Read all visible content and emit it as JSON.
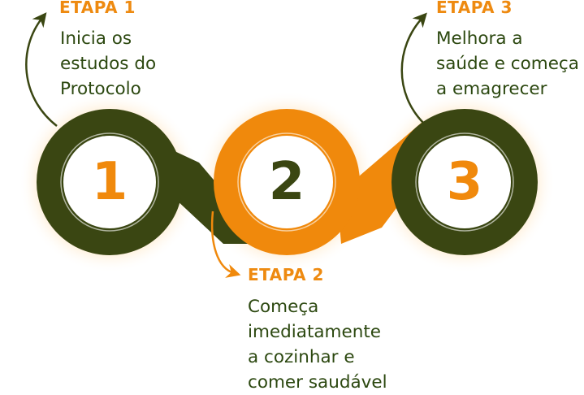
{
  "colors": {
    "dark_green": "#3a4612",
    "orange": "#f0890c",
    "title_orange": "#ee8a10",
    "text_green": "#2c4810",
    "white": "#ffffff"
  },
  "steps": [
    {
      "number": "1",
      "title": "ETAPA 1",
      "description": "Inicia os\nestudos do\nProtocolo",
      "ring_color": "dark_green",
      "number_color": "orange"
    },
    {
      "number": "2",
      "title": "ETAPA 2",
      "description": "Começa\nimediatamente\na cozinhar e\ncomer saudável",
      "ring_color": "orange",
      "number_color": "dark_green"
    },
    {
      "number": "3",
      "title": "ETAPA 3",
      "description": "Melhora a\nsaúde e começa\na emagrecer",
      "ring_color": "dark_green",
      "number_color": "orange"
    }
  ]
}
